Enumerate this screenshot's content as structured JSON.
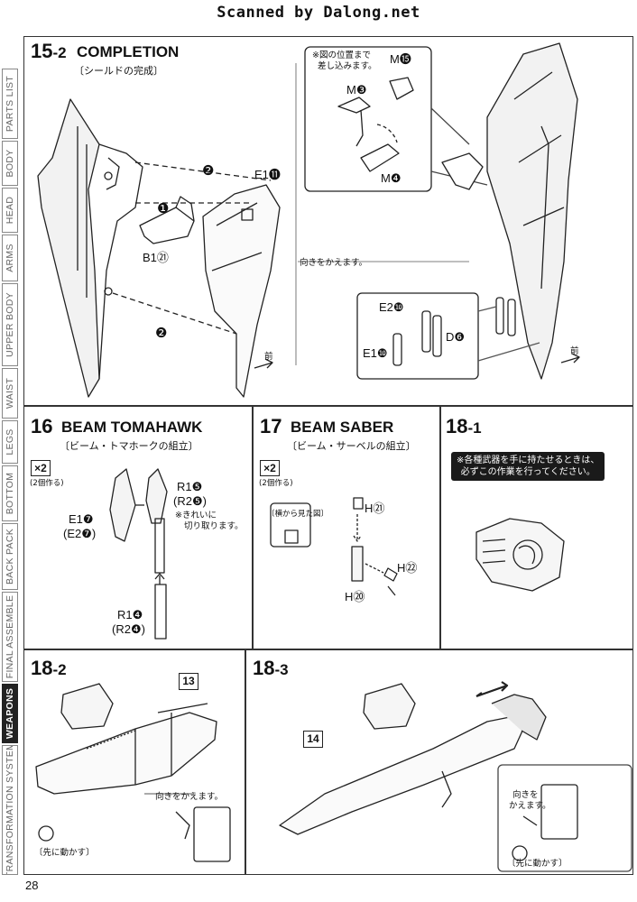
{
  "banner": "Scanned by Dalong.net",
  "sidebar": [
    "PARTS LIST",
    "BODY",
    "HEAD",
    "ARMS",
    "UPPER BODY",
    "WAIST",
    "LEGS",
    "BOTTOM",
    "BACK PACK",
    "FINAL ASSEMBLE",
    "WEAPONS",
    "TRANSFORMATION SYSTEM"
  ],
  "page_number": "28",
  "step15": {
    "num": "15",
    "sub": "-2",
    "title": "COMPLETION",
    "subtitle": "〔シールドの完成〕",
    "parts": {
      "e1_11": "E1⓫",
      "b1_21": "B1㉑",
      "m15": "M⓯",
      "m3": "M❸",
      "m4": "M❹",
      "e2_10": "E2❿",
      "d6": "D❻",
      "e1_10": "E1❿"
    },
    "note_position": "※図の位置まで",
    "note_insert": "差し込みます。",
    "note_turn": "向きをかえます。",
    "forward": "前",
    "step_markers": [
      "❶",
      "❷"
    ]
  },
  "step16": {
    "num": "16",
    "title": "BEAM TOMAHAWK",
    "subtitle": "〔ビーム・トマホークの組立〕",
    "multiplier": "×2",
    "make_two": "(2個作る)",
    "parts": {
      "e1_7": "E1❼",
      "e2_7": "(E2❼)",
      "r1_5": "R1❺",
      "r2_5": "(R2❺)",
      "r1_4": "R1❹",
      "r2_4": "(R2❹)"
    },
    "note_cut": "※きれいに",
    "note_cut2": "切り取ります。"
  },
  "step17": {
    "num": "17",
    "title": "BEAM SABER",
    "subtitle": "〔ビーム・サーベルの組立〕",
    "multiplier": "×2",
    "make_two": "(2個作る)",
    "side_view": "〔横から見た図〕",
    "parts": {
      "h21": "H㉑",
      "h22": "H㉒",
      "h20": "H⑳"
    }
  },
  "step18_1": {
    "num": "18",
    "sub": "-1",
    "warning_line1": "※各種武器を手に持たせるときは、",
    "warning_line2": "必ずこの作業を行ってください。"
  },
  "step18_2": {
    "num": "18",
    "sub": "-2",
    "badge": "13",
    "note_turn": "向きをかえます。",
    "note_move": "〔先に動かす〕"
  },
  "step18_3": {
    "num": "18",
    "sub": "-3",
    "badge": "14",
    "note_turn_a": "向きを",
    "note_turn_b": "かえます。",
    "note_move": "〔先に動かす〕"
  }
}
